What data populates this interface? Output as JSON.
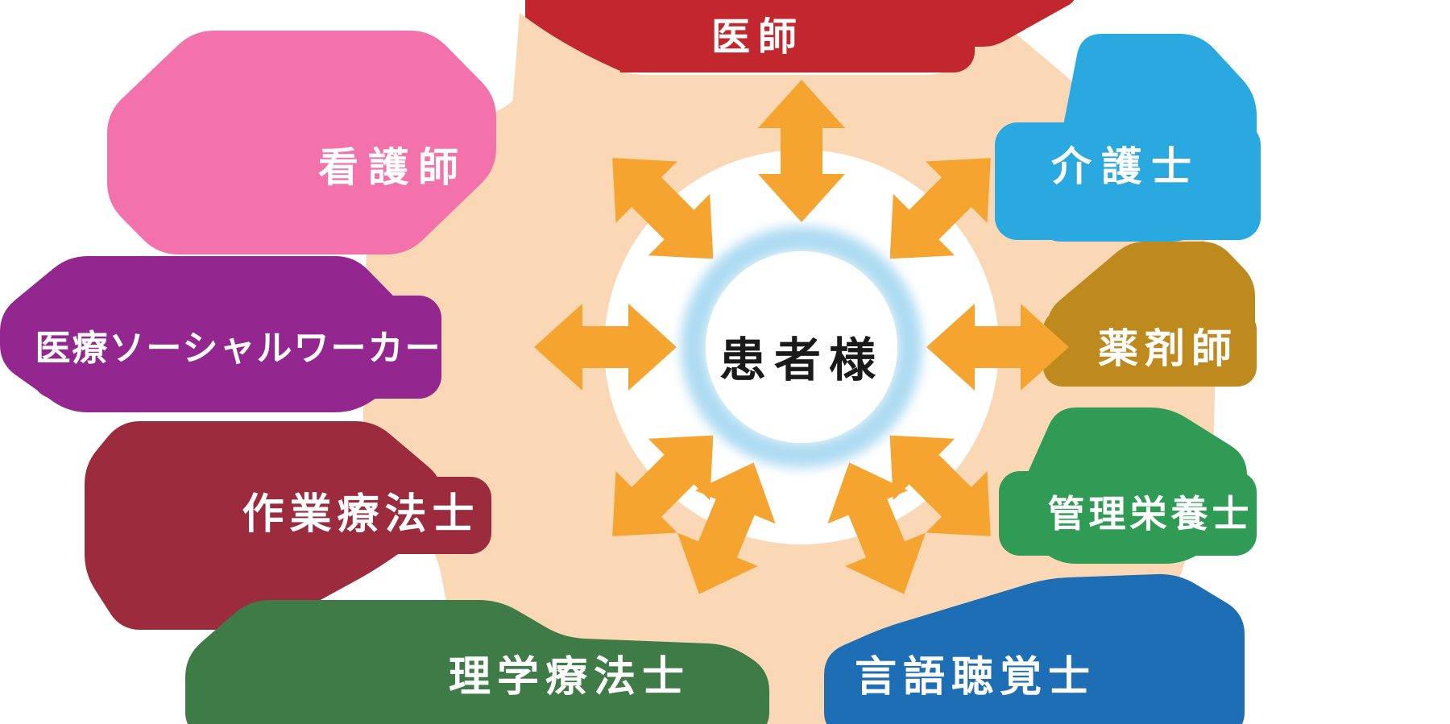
{
  "center": {
    "label": "患者様",
    "text_color": "#1a1a1a"
  },
  "roles": [
    {
      "id": "doctor",
      "label": "医師",
      "color": "#C1272D"
    },
    {
      "id": "nurse",
      "label": "看護師",
      "color": "#F472AC"
    },
    {
      "id": "caregiver",
      "label": "介護士",
      "color": "#29A9E0"
    },
    {
      "id": "medical-social-worker",
      "label": "医療ソーシャルワーカー",
      "color": "#93278F"
    },
    {
      "id": "pharmacist",
      "label": "薬剤師",
      "color": "#BE8A1E"
    },
    {
      "id": "occupational-therapist",
      "label": "作業療法士",
      "color": "#9C2B3E"
    },
    {
      "id": "registered-dietitian",
      "label": "管理栄養士",
      "color": "#2F9B55"
    },
    {
      "id": "physical-therapist",
      "label": "理学療法士",
      "color": "#3F7B46"
    },
    {
      "id": "speech-therapist",
      "label": "言語聴覚士",
      "color": "#1E6EB5"
    }
  ],
  "colors": {
    "background_blob": "#FAD7B5",
    "arrow": "#F5A52F",
    "halo_ring": "#AEDCF2",
    "hub_disc": "#FFFFFF",
    "label_text": "#FFFFFF"
  }
}
